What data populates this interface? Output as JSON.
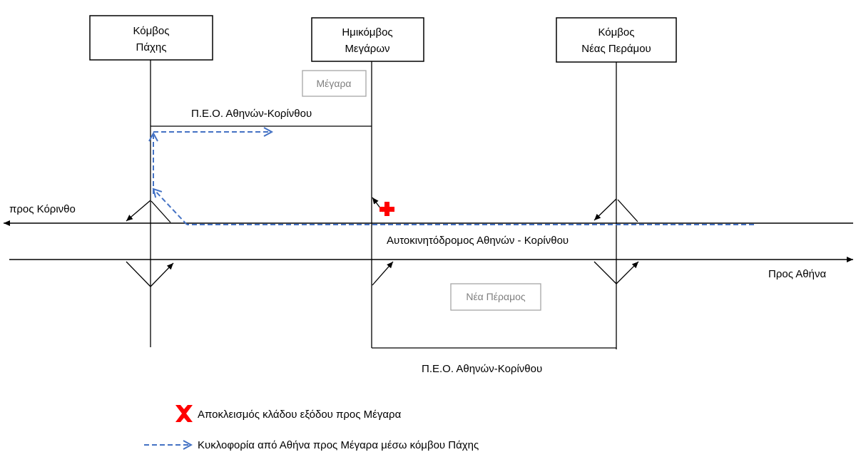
{
  "nodes": {
    "pachi": [
      "Κόμβος",
      "Πάχης"
    ],
    "megara": [
      "Ημικόμβος",
      "Μεγάρων"
    ],
    "nea_peramos": [
      "Κόμβος",
      "Νέας Περάμου"
    ]
  },
  "areas": {
    "megara": "Μέγαρα",
    "nea_peramos": "Νέα Πέραμος"
  },
  "roads": {
    "peo_top": "Π.Ε.Ο. Αθηνών-Κορίνθου",
    "peo_bottom": "Π.Ε.Ο. Αθηνών-Κορίνθου",
    "motorway": "Αυτοκινητόδρομος Αθηνών - Κορίνθου",
    "to_korinthos": "προς Κόρινθο",
    "to_athina": "Προς Αθήνα"
  },
  "legend": {
    "closure": "Αποκλεισμός κλάδου εξόδου προς Μέγαρα",
    "detour": "Κυκλοφορία από Αθήνα προς Μέγαρα μέσω κόμβου Πάχης"
  },
  "colors": {
    "detour": "#4472c4",
    "closure": "#ff0000",
    "area_border": "#a6a6a6"
  }
}
